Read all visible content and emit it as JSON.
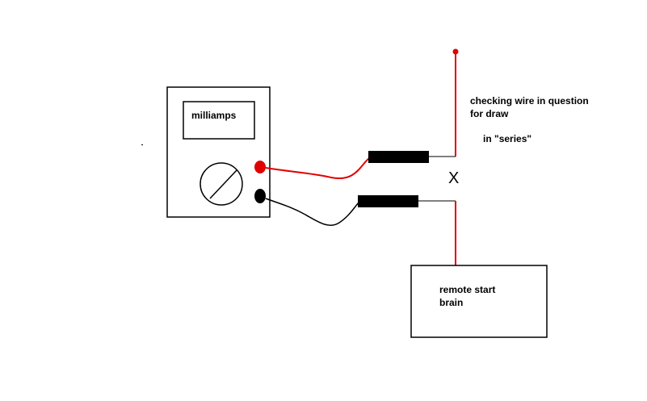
{
  "meter": {
    "display_label": "milliamps"
  },
  "annotation": {
    "line1": "checking wire in question",
    "line2": "for draw",
    "line3": "in \"series\""
  },
  "cut_mark": "X",
  "module": {
    "line1": "remote start",
    "line2": "brain"
  },
  "colors": {
    "positive_wire": "#e00000",
    "negative_wire": "#000000",
    "outline": "#000000",
    "background": "#ffffff"
  }
}
